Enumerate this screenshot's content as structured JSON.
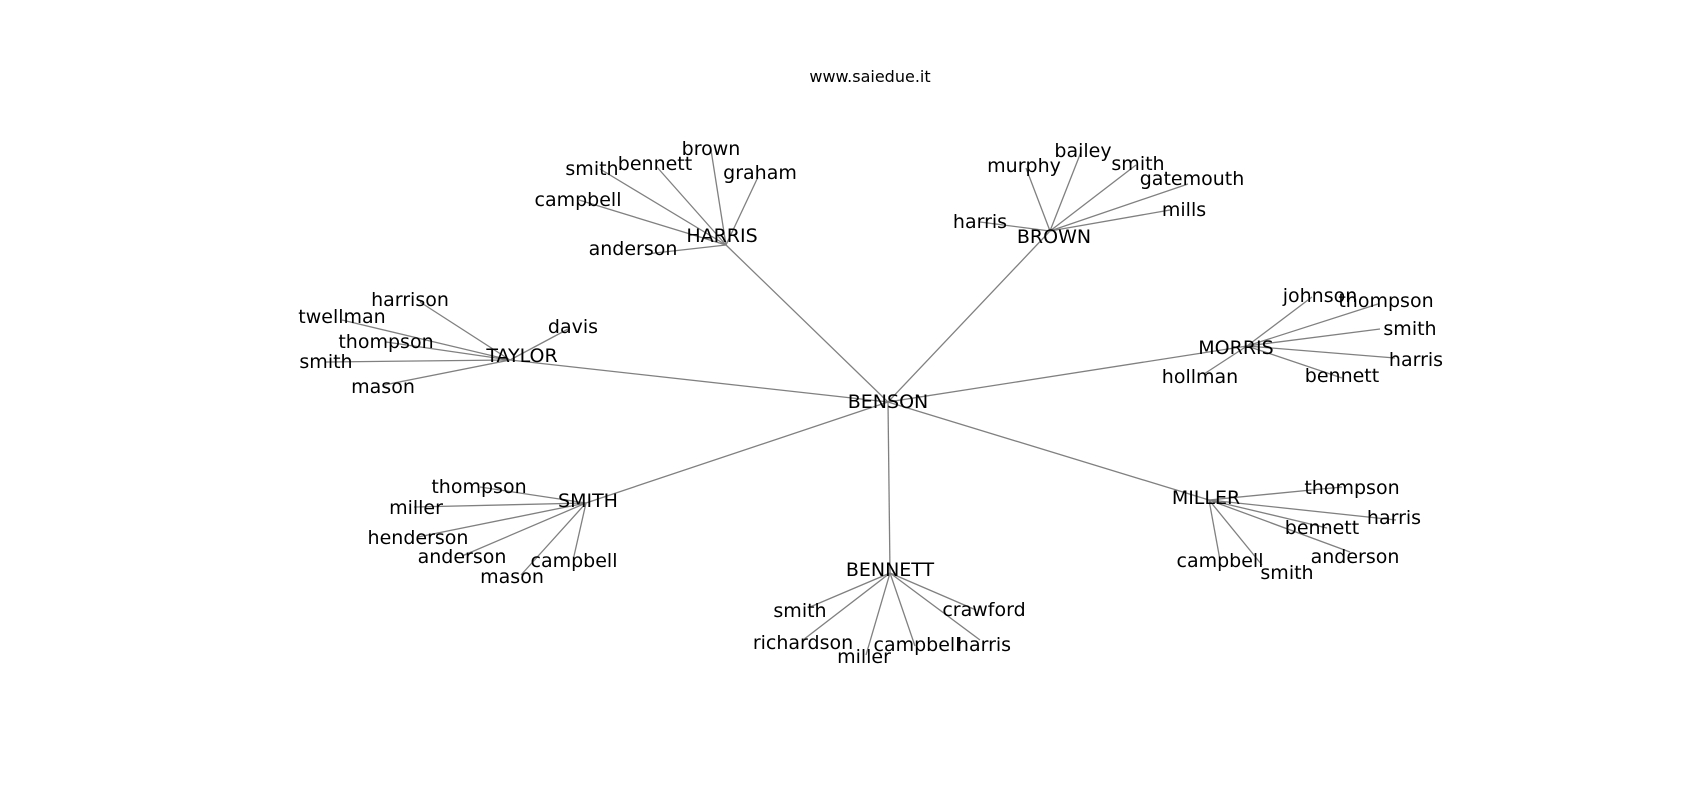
{
  "header": {
    "watermark": "www.saiedue.it"
  },
  "colors": {
    "edge": "#808080",
    "text": "#000000",
    "background": "#ffffff"
  },
  "graph": {
    "root": "BENSON",
    "groups": [
      {
        "id": "harris",
        "label": "HARRIS",
        "leaves": [
          {
            "id": "brown",
            "label": "brown"
          },
          {
            "id": "graham",
            "label": "graham"
          },
          {
            "id": "bennett",
            "label": "bennett"
          },
          {
            "id": "smith",
            "label": "smith"
          },
          {
            "id": "campbell",
            "label": "campbell"
          },
          {
            "id": "anderson",
            "label": "anderson"
          }
        ]
      },
      {
        "id": "brown",
        "label": "BROWN",
        "leaves": [
          {
            "id": "bailey",
            "label": "bailey"
          },
          {
            "id": "murphy",
            "label": "murphy"
          },
          {
            "id": "smith",
            "label": "smith"
          },
          {
            "id": "gatemouth",
            "label": "gatemouth"
          },
          {
            "id": "mills",
            "label": "mills"
          },
          {
            "id": "harris",
            "label": "harris"
          }
        ]
      },
      {
        "id": "taylor",
        "label": "TAYLOR",
        "leaves": [
          {
            "id": "harrison",
            "label": "harrison"
          },
          {
            "id": "twellman",
            "label": "twellman"
          },
          {
            "id": "thompson",
            "label": "thompson"
          },
          {
            "id": "smith",
            "label": "smith"
          },
          {
            "id": "mason",
            "label": "mason"
          },
          {
            "id": "davis",
            "label": "davis"
          }
        ]
      },
      {
        "id": "morris",
        "label": "MORRIS",
        "leaves": [
          {
            "id": "johnson",
            "label": "johnson"
          },
          {
            "id": "thompson",
            "label": "thompson"
          },
          {
            "id": "smith",
            "label": "smith"
          },
          {
            "id": "harris",
            "label": "harris"
          },
          {
            "id": "bennett",
            "label": "bennett"
          },
          {
            "id": "hollman",
            "label": "hollman"
          }
        ]
      },
      {
        "id": "smith",
        "label": "SMITH",
        "leaves": [
          {
            "id": "thompson",
            "label": "thompson"
          },
          {
            "id": "miller",
            "label": "miller"
          },
          {
            "id": "henderson",
            "label": "henderson"
          },
          {
            "id": "anderson",
            "label": "anderson"
          },
          {
            "id": "mason",
            "label": "mason"
          },
          {
            "id": "campbell",
            "label": "campbell"
          }
        ]
      },
      {
        "id": "miller",
        "label": "MILLER",
        "leaves": [
          {
            "id": "thompson",
            "label": "thompson"
          },
          {
            "id": "harris",
            "label": "harris"
          },
          {
            "id": "bennett",
            "label": "bennett"
          },
          {
            "id": "anderson",
            "label": "anderson"
          },
          {
            "id": "smith",
            "label": "smith"
          },
          {
            "id": "campbell",
            "label": "campbell"
          }
        ]
      },
      {
        "id": "bennett",
        "label": "BENNETT",
        "leaves": [
          {
            "id": "smith",
            "label": "smith"
          },
          {
            "id": "richardson",
            "label": "richardson"
          },
          {
            "id": "miller",
            "label": "miller"
          },
          {
            "id": "campbell",
            "label": "campbell"
          },
          {
            "id": "harris",
            "label": "harris"
          },
          {
            "id": "crawford",
            "label": "crawford"
          }
        ]
      }
    ]
  }
}
